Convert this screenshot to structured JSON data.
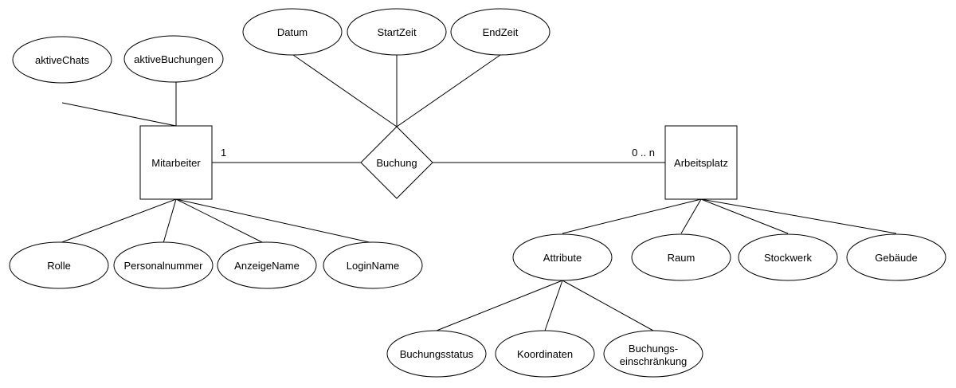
{
  "diagram": {
    "entities": {
      "mitarbeiter": "Mitarbeiter",
      "arbeitsplatz": "Arbeitsplatz"
    },
    "relationship": "Buchung",
    "cardinalities": {
      "mitarbeiter": "1",
      "arbeitsplatz": "0 .. n"
    },
    "attributes": {
      "aktive_chats": "aktiveChats",
      "aktive_buchungen": "aktiveBuchungen",
      "datum": "Datum",
      "start_zeit": "StartZeit",
      "end_zeit": "EndZeit",
      "rolle": "Rolle",
      "personalnummer": "Personalnummer",
      "anzeige_name": "AnzeigeName",
      "login_name": "LoginName",
      "attribute": "Attribute",
      "raum": "Raum",
      "stockwerk": "Stockwerk",
      "gebaeude": "Gebäude",
      "buchungsstatus": "Buchungsstatus",
      "koordinaten": "Koordinaten",
      "buchungseinschraenkung_line1": "Buchungs-",
      "buchungseinschraenkung_line2": "einschränkung"
    }
  }
}
